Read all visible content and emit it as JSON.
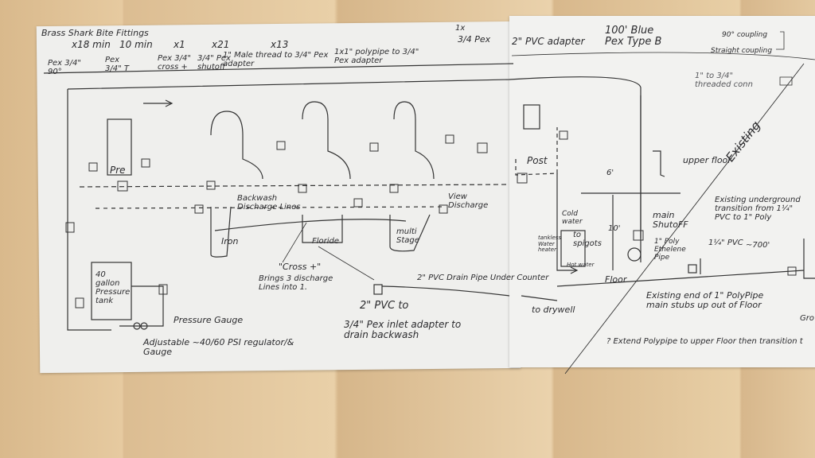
{
  "legend": {
    "title": "Brass Shark Bite Fittings",
    "items": [
      {
        "qty": "x18 min",
        "label": "Pex 3/4\" 90°"
      },
      {
        "qty": "10 min",
        "label": "Pex 3/4\" T"
      },
      {
        "qty": "x1",
        "label": "Pex 3/4\" cross +"
      },
      {
        "qty": "x21",
        "label": "3/4\" Pex shutoff"
      },
      {
        "qty": "x13",
        "label": "1\" Male thread to 3/4\" Pex adapter"
      },
      {
        "qty": "1x",
        "label": "1x1\" polypipe to 3/4\" Pex adapter"
      },
      {
        "qty": "1x",
        "label": "3/4 Pex"
      },
      {
        "qty": "",
        "label": "2\" PVC adapter"
      }
    ],
    "pex": "100' Blue Pex Type B",
    "coupling_90": "90° coupling",
    "coupling_straight": "Straight coupling",
    "threaded_conn": "1\" to 3/4\" threaded conn"
  },
  "labels": {
    "pre": "Pre",
    "post": "Post",
    "backwash": "Backwash Discharge Lines",
    "view_discharge": "View Discharge",
    "iron": "Iron",
    "fluoride": "Floride",
    "multi_stage": "multi Stage",
    "cross": "\"Cross +\"",
    "cross_note": "Brings 3 discharge Lines into 1.",
    "tank": "40 gallon Pressure tank",
    "pressure_gauge": "Pressure Gauge",
    "regulator": "Adjustable ~40/60 PSI regulator/& Gauge",
    "pvc_to": "2\" PVC to",
    "pvc_note": "3/4\" Pex inlet adapter to drain backwash",
    "drain_pipe": "2\" PVC Drain Pipe Under Counter",
    "to_drywell": "to drywell",
    "upper_floor": "upper floor",
    "existing": "Existing",
    "six_ft": "6'",
    "ten_ft": "10'",
    "floor": "Floor",
    "main_shutoff": "main ShutoFF",
    "poly_pipe": "1\" Poly Ethelene Pipe",
    "cold_water": "Cold water",
    "to_spigots": "to spigots",
    "tankless": "tankless Water heater",
    "hot_water": "Hot water",
    "existing_underground": "Existing underground transition from 1¼\" PVC to 1\" Poly",
    "pvc_114": "1¼\" PVC",
    "length": "~700'",
    "existing_end": "Existing end of 1\" PolyPipe main stubs up out of Floor",
    "extend_note": "? Extend Polypipe to upper Floor then transition t",
    "ground": "Gro"
  }
}
